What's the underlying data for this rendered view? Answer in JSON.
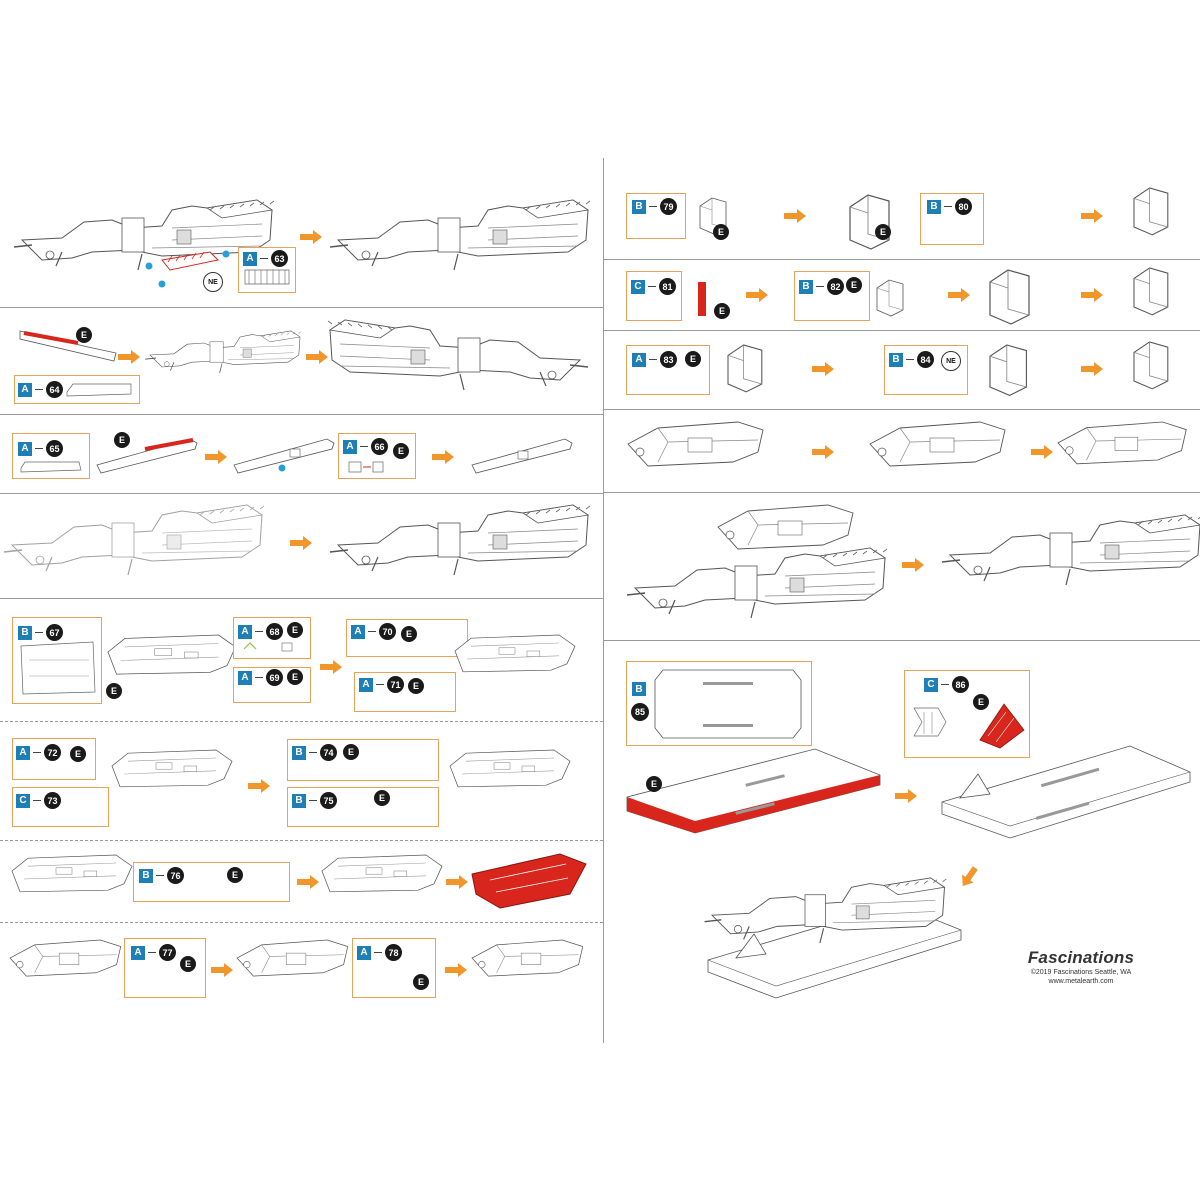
{
  "steps": [
    {
      "id": "s63",
      "sheet": "A",
      "num": "63"
    },
    {
      "id": "s64",
      "sheet": "A",
      "num": "64"
    },
    {
      "id": "s65",
      "sheet": "A",
      "num": "65"
    },
    {
      "id": "s66",
      "sheet": "A",
      "num": "66"
    },
    {
      "id": "s67",
      "sheet": "B",
      "num": "67"
    },
    {
      "id": "s68",
      "sheet": "A",
      "num": "68"
    },
    {
      "id": "s69",
      "sheet": "A",
      "num": "69"
    },
    {
      "id": "s70",
      "sheet": "A",
      "num": "70"
    },
    {
      "id": "s71",
      "sheet": "A",
      "num": "71"
    },
    {
      "id": "s72",
      "sheet": "A",
      "num": "72"
    },
    {
      "id": "s73",
      "sheet": "C",
      "num": "73"
    },
    {
      "id": "s74",
      "sheet": "B",
      "num": "74"
    },
    {
      "id": "s75",
      "sheet": "B",
      "num": "75"
    },
    {
      "id": "s76",
      "sheet": "B",
      "num": "76"
    },
    {
      "id": "s77",
      "sheet": "A",
      "num": "77"
    },
    {
      "id": "s78",
      "sheet": "A",
      "num": "78"
    },
    {
      "id": "s79",
      "sheet": "B",
      "num": "79"
    },
    {
      "id": "s80",
      "sheet": "B",
      "num": "80"
    },
    {
      "id": "s81",
      "sheet": "C",
      "num": "81"
    },
    {
      "id": "s82",
      "sheet": "B",
      "num": "82"
    },
    {
      "id": "s83",
      "sheet": "A",
      "num": "83"
    },
    {
      "id": "s84",
      "sheet": "B",
      "num": "84"
    },
    {
      "id": "s85",
      "sheet": "B",
      "num": "85"
    },
    {
      "id": "s86",
      "sheet": "C",
      "num": "86"
    }
  ],
  "labels": {
    "e": "E",
    "ne": "NE"
  },
  "brand": {
    "name": "Fascinations",
    "copyright": "©2019 Fascinations Seattle, WA",
    "url": "www.metalearth.com"
  },
  "colors": {
    "accent_orange": "#f0962a",
    "sheet_blue": "#1d7fb5",
    "part_red": "#d9261c",
    "box_border": "#e8a25a",
    "pin_blue": "#2a9fd6",
    "pin_green": "#8cc63f"
  }
}
